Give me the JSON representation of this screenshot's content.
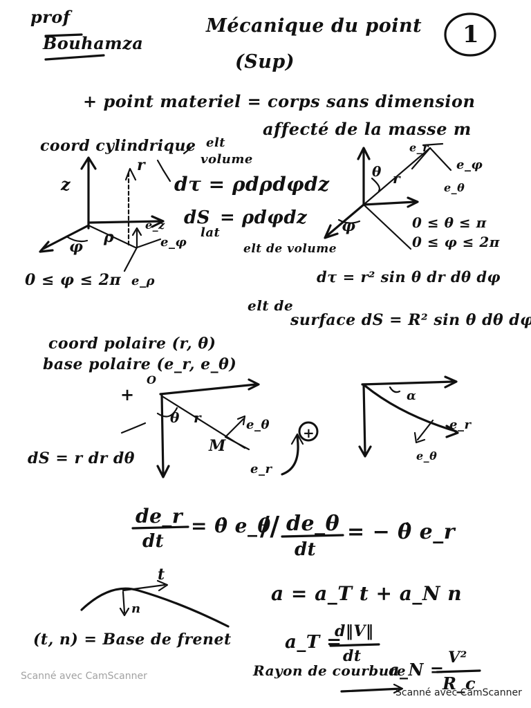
{
  "author": {
    "line1": "prof",
    "line2": "Bouhamza"
  },
  "title": {
    "line1": "Mécanique du point",
    "line2": "(Sup)"
  },
  "page_number": "1",
  "definition": {
    "line1": "+ point materiel = corps sans dimension",
    "line2": "affecté de la masse m"
  },
  "cylindrical": {
    "heading": "coord cylindrique",
    "axis_z": "z",
    "label_r": "r",
    "vol_note_1": "elt",
    "vol_note_2": "volume",
    "d_tau": "dτ = ρdρdφdz",
    "dS_lat_1": "dS",
    "dS_lat_sub": "lat",
    "dS_lat_2": "= ρdφdz",
    "phi": "φ",
    "rho": "ρ",
    "e_z": "e_z",
    "e_phi": "e_φ",
    "e_rho": "e_ρ",
    "range": "0 ≤ φ ≤ 2π"
  },
  "spherical": {
    "e_r": "e_r",
    "e_phi": "e_φ",
    "e_theta": "e_θ",
    "theta": "θ",
    "r": "r",
    "phi": "φ",
    "range_theta": "0 ≤ θ ≤ π",
    "range_phi": "0 ≤ φ ≤ 2π",
    "vol_label": "elt de volume",
    "d_tau": "dτ = r² sin θ dr dθ dφ",
    "surf_1": "elt de",
    "surf_2": "surface dS = R² sin θ dθ dφ"
  },
  "polar": {
    "coord": "coord polaire (r, θ)",
    "base": "base polaire (e_r, e_θ)",
    "plus": "+",
    "O": "O",
    "theta": "θ",
    "r": "r",
    "M": "M",
    "e_theta": "e_θ",
    "e_r": "e_r",
    "dS": "dS = r dr dθ",
    "oplus": "+"
  },
  "second_diagram": {
    "alpha": "α",
    "e_r": "e_r",
    "e_theta": "e_θ"
  },
  "derivatives": {
    "der1_num": "de_r",
    "der1_den": "dt",
    "der1_rhs": "= θ̇ e_θ",
    "sep": "//",
    "der2_num": "de_θ",
    "der2_den": "dt",
    "der2_rhs": "= − θ̇ e_r"
  },
  "frenet": {
    "t_label": "t",
    "n_label": "n",
    "base": "(t, n) = Base de frenet",
    "accel": "a = a_T t + a_N n",
    "aT_lhs": "a_T =",
    "aT_num": "d‖V‖",
    "aT_den": "dt",
    "radius_label": "Rayon de courbure",
    "aN_lhs": "a_N =",
    "aN_num": "V²",
    "aN_den": "R_c"
  },
  "watermark": {
    "left": "Scanné avec CamScanner",
    "right": "Scanné avec CamScanner"
  }
}
